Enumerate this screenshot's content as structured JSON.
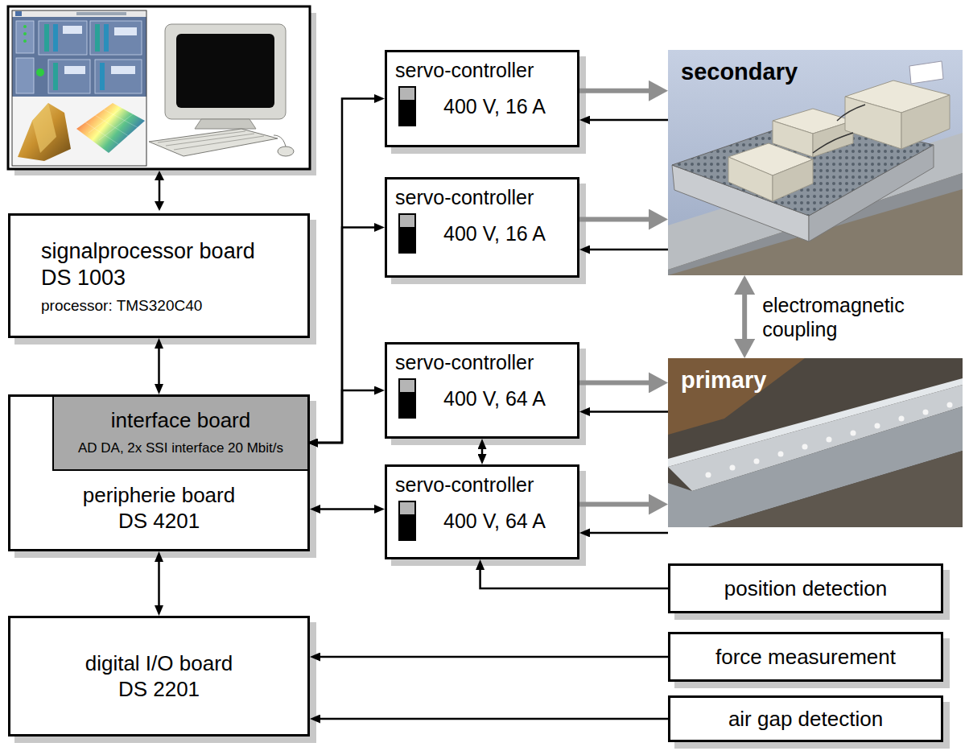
{
  "diagram": {
    "nodes": [
      {
        "text": [
          "signalprocessor board DS 1003",
          "processor: TMS320C40"
        ]
      },
      {
        "text": [
          "peripherie board DS 4201"
        ]
      },
      {
        "text": [
          "interface board",
          "AD DA, 2x SSI interface 20 Mbit/s"
        ],
        "in": 1
      },
      {
        "text": [
          "digital I/O board DS 2201"
        ]
      },
      {
        "text": [
          "servo-controller",
          "400 V, 16 A"
        ]
      },
      {
        "text": [
          "servo-controller",
          "400 V, 16 A"
        ]
      },
      {
        "text": [
          "servo-controller",
          "400 V, 64 A"
        ]
      },
      {
        "text": [
          "servo-controller",
          "400 V, 64 A"
        ]
      },
      {
        "text": [
          "secondary"
        ]
      },
      {
        "text": [
          "primary"
        ]
      },
      {
        "text": [
          "position detection"
        ]
      },
      {
        "text": [
          "force measurement"
        ]
      },
      {
        "text": [
          "air gap detection"
        ]
      }
    ],
    "edges": [
      {
        "from": 0,
        "to": 1,
        "arrow": "both"
      },
      {
        "from": 2,
        "to": 4,
        "arrow": "both"
      },
      {
        "from": 2,
        "to": 5,
        "arrow": "both"
      },
      {
        "from": 2,
        "to": 6,
        "arrow": "both"
      },
      {
        "from": 1,
        "to": 7,
        "arrow": "both"
      },
      {
        "from": 6,
        "to": 7,
        "arrow": "both"
      },
      {
        "from": 4,
        "to": 8,
        "arrow": "to"
      },
      {
        "from": 8,
        "to": 4,
        "arrow": "to"
      },
      {
        "from": 5,
        "to": 8,
        "arrow": "to"
      },
      {
        "from": 8,
        "to": 5,
        "arrow": "to"
      },
      {
        "from": 6,
        "to": 9,
        "arrow": "to"
      },
      {
        "from": 9,
        "to": 6,
        "arrow": "to"
      },
      {
        "from": 7,
        "to": 9,
        "arrow": "to"
      },
      {
        "from": 9,
        "to": 7,
        "arrow": "to"
      },
      {
        "from": 8,
        "to": 9,
        "arrow": "both",
        "label": "electromagnetic coupling"
      },
      {
        "from": 10,
        "to": 7,
        "arrow": "to"
      },
      {
        "from": 11,
        "to": 3,
        "arrow": "to"
      },
      {
        "from": 12,
        "to": 3,
        "arrow": "to"
      },
      {
        "from": 1,
        "to": 3,
        "arrow": "both"
      }
    ]
  }
}
